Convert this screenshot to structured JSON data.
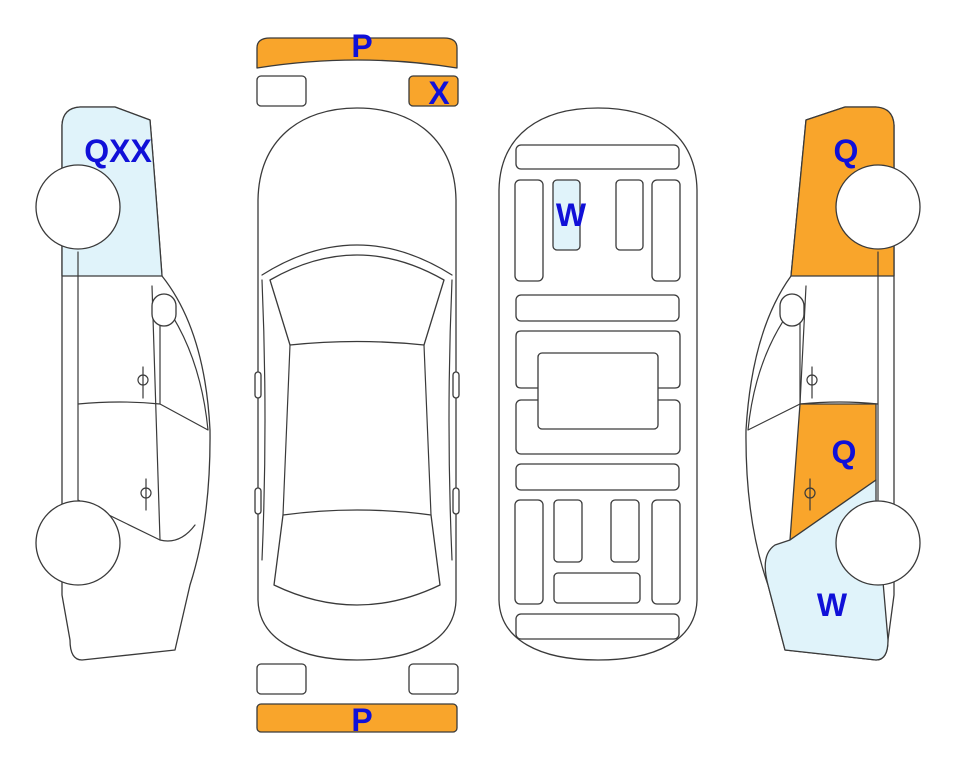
{
  "colors": {
    "damage_orange": "#F9A52B",
    "light_blue": "#E0F3FA",
    "label_blue": "#1010D8",
    "outline": "#3A3A3A"
  },
  "labels": {
    "front_bumper": "P",
    "front_right_light": "X",
    "left_front": "QXX",
    "roof_panel": "W",
    "right_front": "Q",
    "right_rear_door": "Q",
    "right_rear": "W",
    "rear_bumper": "P"
  },
  "regions": {
    "front_bumper": "damage",
    "front_right_light": "damage",
    "left_front": "light",
    "roof_panel": "light",
    "right_front": "damage",
    "right_rear_door": "damage",
    "right_rear": "light",
    "rear_bumper": "damage"
  }
}
